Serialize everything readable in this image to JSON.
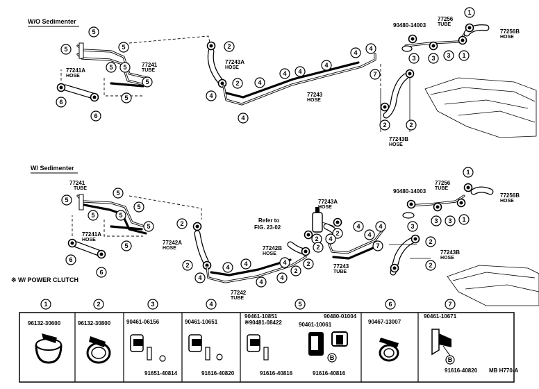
{
  "sections": {
    "wo_sedimenter": "W/O Sedimenter",
    "w_sedimenter": "W/ Sedimenter",
    "power_clutch": "※ W/ POWER CLUTCH"
  },
  "top": {
    "p77241_num": "77241",
    "p77241_lbl": "TUBE",
    "p77241a_num": "77241A",
    "p77241a_lbl": "HOSE",
    "p77243a_num": "77243A",
    "p77243a_lbl": "HOSE",
    "p77243_num": "77243",
    "p77243_lbl": "HOSE",
    "p77243b_num": "77243B",
    "p77243b_lbl": "HOSE",
    "p90480": "90480-14003",
    "p77256_num": "77256",
    "p77256_lbl": "TUBE",
    "p77256b_num": "77256B",
    "p77256b_lbl": "HOSE"
  },
  "bottom": {
    "p77241_num": "77241",
    "p77241_lbl": "TUBE",
    "p77241a_num": "77241A",
    "p77241a_lbl": "HOSE",
    "p77242a_num": "77242A",
    "p77242a_lbl": "HOSE",
    "p77242_num": "77242",
    "p77242_lbl": "TUBE",
    "p77242b_num": "77242B",
    "p77242b_lbl": "HOSE",
    "refer_1": "Refer to",
    "refer_2": "FIG. 23-02",
    "p77243a_num": "77243A",
    "p77243a_lbl": "HOSE",
    "p77243_num": "77243",
    "p77243_lbl": "TUBE",
    "p77243b_num": "77243B",
    "p77243b_lbl": "HOSE",
    "p90480": "90480-14003",
    "p77256_num": "77256",
    "p77256_lbl": "TUBE",
    "p77256b_num": "77256B",
    "p77256b_lbl": "HOSE"
  },
  "callouts": {
    "c1": "1",
    "c2": "2",
    "c3": "3",
    "c4": "4",
    "c5": "5",
    "c6": "6",
    "c7": "7",
    "cB": "B"
  },
  "legend": {
    "cell1": {
      "num": "1",
      "parts": [
        "96132-30600"
      ]
    },
    "cell2": {
      "num": "2",
      "parts": [
        "96132-30800"
      ]
    },
    "cell3": {
      "num": "3",
      "parts": [
        "90461-06156",
        "91651-40814"
      ]
    },
    "cell4": {
      "num": "4",
      "parts": [
        "90461-10651",
        "91616-40820"
      ]
    },
    "cell5": {
      "num": "5",
      "parts": [
        "90461-10851",
        "※90481-08422",
        "90480-01004",
        "90461-10061",
        "91616-40816",
        "91616-40816"
      ]
    },
    "cell6": {
      "num": "6",
      "parts": [
        "90467-13007"
      ]
    },
    "cell7": {
      "num": "7",
      "parts": [
        "90461-10671",
        "91616-40820"
      ]
    }
  },
  "figure_id": "MB  H770-A"
}
